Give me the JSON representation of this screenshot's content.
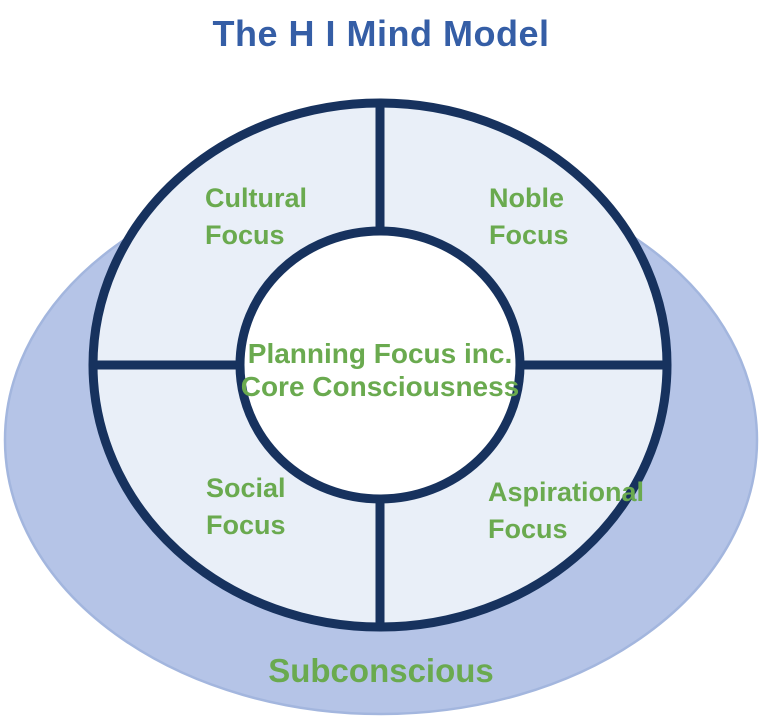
{
  "title": "The H I Mind Model",
  "colors": {
    "title_blue": "#355EA6",
    "outline_navy": "#17325E",
    "ring_fill": "#E9EFF8",
    "ellipse_fill": "#B5C4E7",
    "ellipse_edge": "#A3B6DE",
    "center_fill": "#FFFFFF",
    "label_green": "#6AAA4F"
  },
  "subconscious_label": "Subconscious",
  "center": {
    "line1": "Planning Focus inc.",
    "line2": "Core Consciousness"
  },
  "quadrants": [
    {
      "id": "cultural",
      "line1": "Cultural",
      "line2": "Focus"
    },
    {
      "id": "noble",
      "line1": "Noble",
      "line2": "Focus"
    },
    {
      "id": "social",
      "line1": "Social",
      "line2": "Focus"
    },
    {
      "id": "aspirational",
      "line1": "Aspirational",
      "line2": "Focus"
    }
  ]
}
